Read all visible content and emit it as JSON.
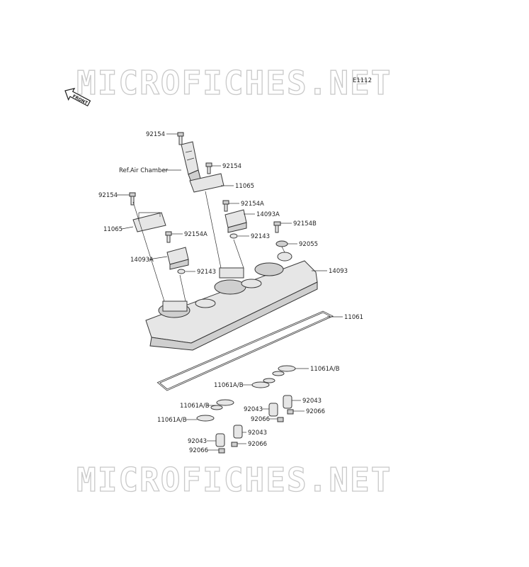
{
  "watermark": "MICROFICHES.NET",
  "diagram_code": "E1112",
  "front_label": "FRONT",
  "callouts": [
    {
      "id": "c01",
      "text": "92154"
    },
    {
      "id": "c02",
      "text": "Ref.Air Chamber"
    },
    {
      "id": "c03",
      "text": "92154"
    },
    {
      "id": "c04",
      "text": "11065"
    },
    {
      "id": "c05",
      "text": "92154"
    },
    {
      "id": "c06",
      "text": "92154A"
    },
    {
      "id": "c07",
      "text": "14093A"
    },
    {
      "id": "c08",
      "text": "92154B"
    },
    {
      "id": "c09",
      "text": "11065"
    },
    {
      "id": "c10",
      "text": "92154A"
    },
    {
      "id": "c11",
      "text": "92143"
    },
    {
      "id": "c12",
      "text": "92055"
    },
    {
      "id": "c13",
      "text": "14093A"
    },
    {
      "id": "c14",
      "text": "92143"
    },
    {
      "id": "c15",
      "text": "14093"
    },
    {
      "id": "c16",
      "text": "11061"
    },
    {
      "id": "c17",
      "text": "11061A/B"
    },
    {
      "id": "c18",
      "text": "11061A/B"
    },
    {
      "id": "c19",
      "text": "92043"
    },
    {
      "id": "c20",
      "text": "11061A/B"
    },
    {
      "id": "c21",
      "text": "92043"
    },
    {
      "id": "c22",
      "text": "92066"
    },
    {
      "id": "c23",
      "text": "92066"
    },
    {
      "id": "c24",
      "text": "11061A/B"
    },
    {
      "id": "c25",
      "text": "92043"
    },
    {
      "id": "c26",
      "text": "92043"
    },
    {
      "id": "c27",
      "text": "92066"
    },
    {
      "id": "c28",
      "text": "92066"
    }
  ]
}
